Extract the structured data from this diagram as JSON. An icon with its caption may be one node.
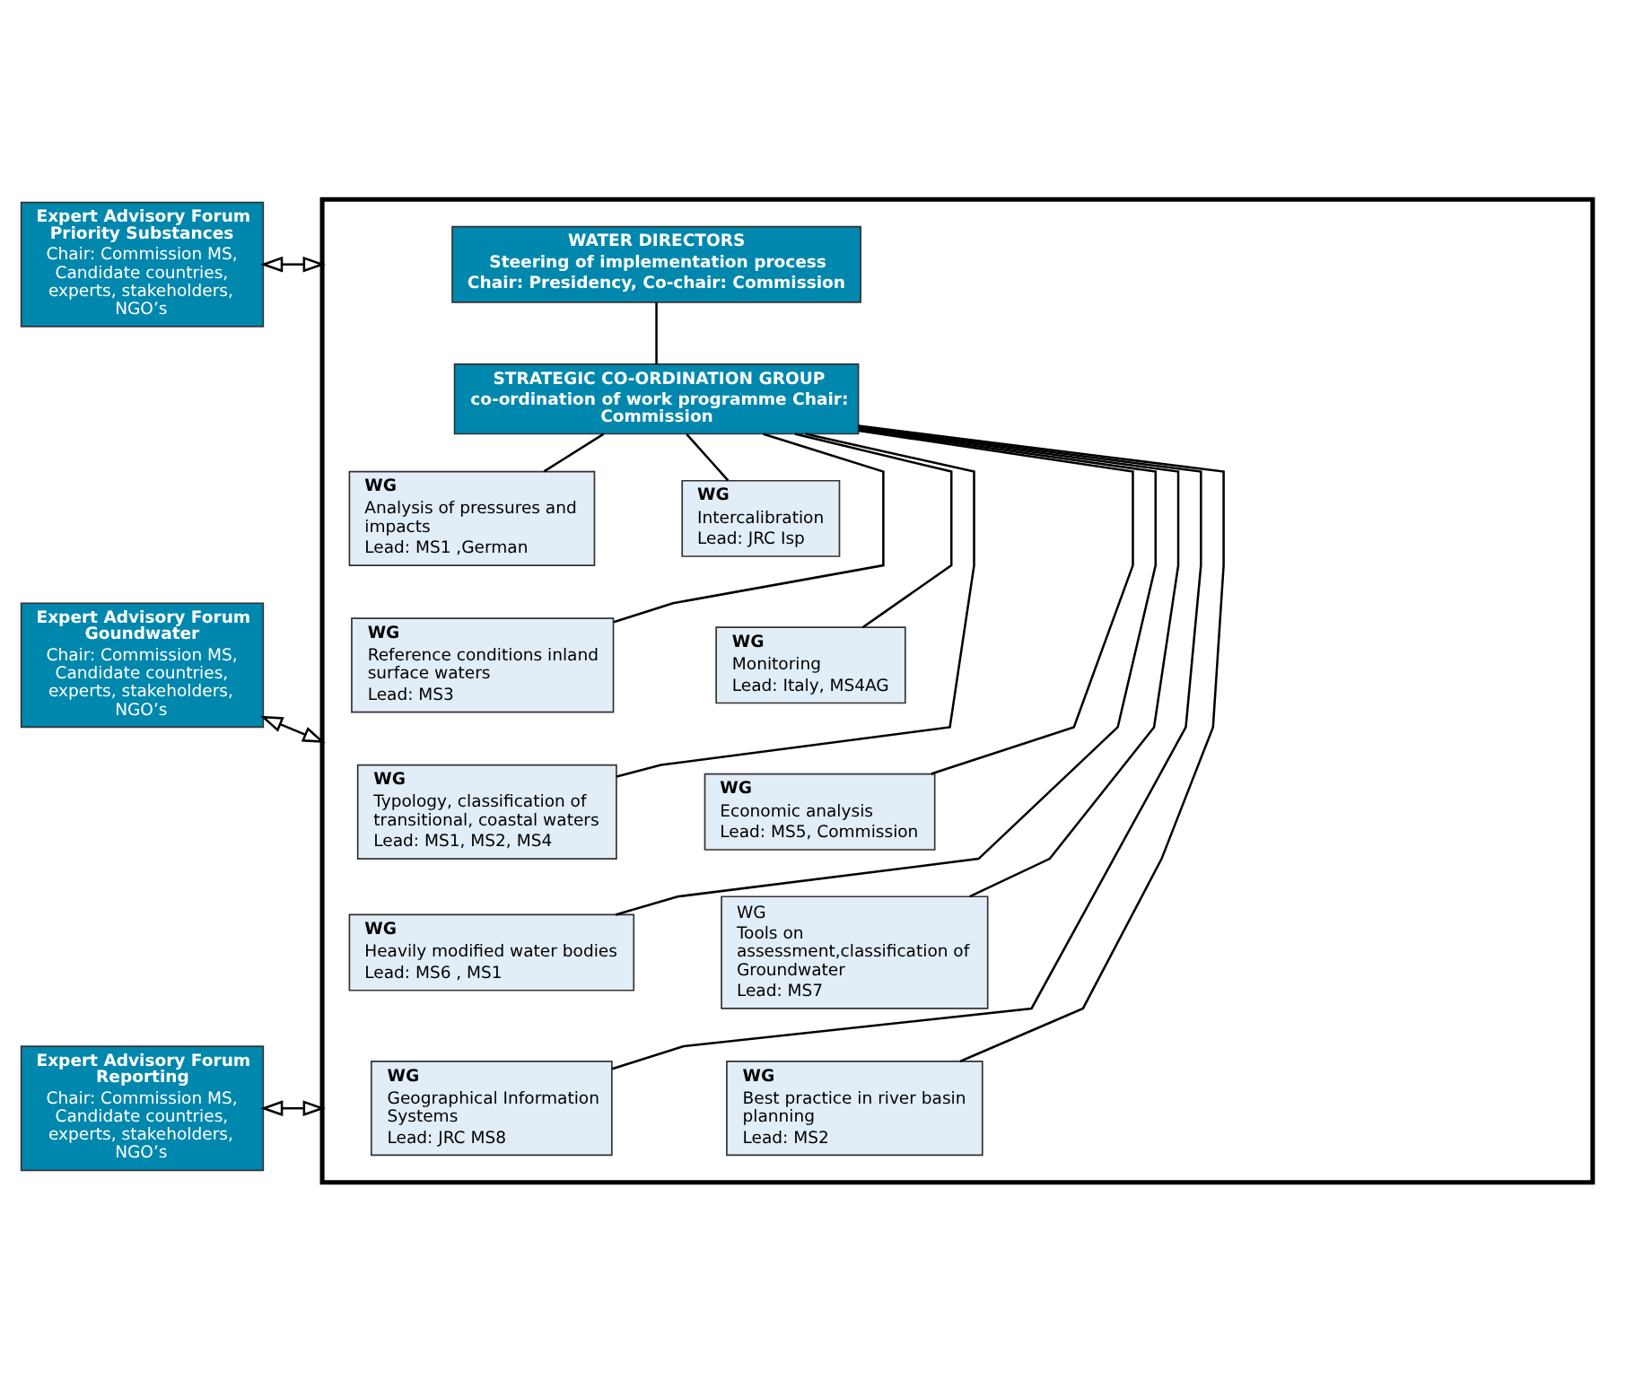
{
  "diagram": {
    "nodes": [
      {
        "text": [
          "Expert Advisory Forum Priority Substances",
          "Chair: Commission MS, Candidate countries, experts, stakeholders, NGO’s"
        ]
      },
      {
        "text": [
          "Expert Advisory Forum Goundwater",
          "Chair: Commission MS, Candidate countries, experts, stakeholders, NGO’s"
        ]
      },
      {
        "text": [
          "Expert Advisory Forum Reporting",
          "Chair: Commission MS, Candidate countries, experts, stakeholders, NGO’s"
        ]
      },
      {
        "text": [],
        "shape": "box"
      },
      {
        "text": [
          "WATER DIRECTORS",
          "Steering of implementation process",
          "Chair: Presidency, Co-chair: Commission"
        ],
        "in": 3
      },
      {
        "text": [
          "STRATEGIC CO-ORDINATION GROUP",
          "co-ordination of work programme Chair: Commission"
        ],
        "in": 3
      },
      {
        "text": [
          "WG",
          "Analysis of pressures and impacts",
          "Lead: MS1 ,German"
        ],
        "in": 3
      },
      {
        "text": [
          "WG",
          "Intercalibration",
          "Lead: JRC Isp"
        ],
        "in": 3
      },
      {
        "text": [
          "WG",
          "Reference conditions inland surface waters",
          "Lead: MS3"
        ],
        "in": 3
      },
      {
        "text": [
          "WG",
          "Monitoring",
          "Lead: Italy, MS4AG"
        ],
        "in": 3
      },
      {
        "text": [
          "WG",
          "Typology, classification of transitional, coastal waters",
          "Lead: MS1, MS2, MS4"
        ],
        "in": 3
      },
      {
        "text": [
          "WG",
          "Economic analysis",
          "Lead: MS5, Commission"
        ],
        "in": 3
      },
      {
        "text": [
          "WG",
          "Heavily modified water bodies",
          "Lead: MS6 , MS1"
        ],
        "in": 3
      },
      {
        "text": [
          "WG",
          "Tools on assessment,classification of Groundwater",
          "Lead: MS7"
        ],
        "in": 3
      },
      {
        "text": [
          "WG",
          "Geographical Information Systems",
          "Lead: JRC MS8"
        ],
        "in": 3
      },
      {
        "text": [
          "WG",
          "Best practice in river basin planning",
          "Lead: MS2"
        ],
        "in": 3
      }
    ],
    "edges": [
      {
        "from": 0,
        "to": 3,
        "arrow": "both"
      },
      {
        "from": 1,
        "to": 3,
        "arrow": "both"
      },
      {
        "from": 2,
        "to": 3,
        "arrow": "both"
      },
      {
        "from": 4,
        "to": 5,
        "arrow": "none"
      },
      {
        "from": 5,
        "to": 6,
        "arrow": "none"
      },
      {
        "from": 5,
        "to": 7,
        "arrow": "none"
      },
      {
        "from": 5,
        "to": 8,
        "arrow": "none"
      },
      {
        "from": 5,
        "to": 9,
        "arrow": "none"
      },
      {
        "from": 5,
        "to": 10,
        "arrow": "none"
      },
      {
        "from": 5,
        "to": 11,
        "arrow": "none"
      },
      {
        "from": 5,
        "to": 12,
        "arrow": "none"
      },
      {
        "from": 5,
        "to": 13,
        "arrow": "none"
      },
      {
        "from": 5,
        "to": 14,
        "arrow": "none"
      },
      {
        "from": 5,
        "to": 15,
        "arrow": "none"
      }
    ]
  }
}
